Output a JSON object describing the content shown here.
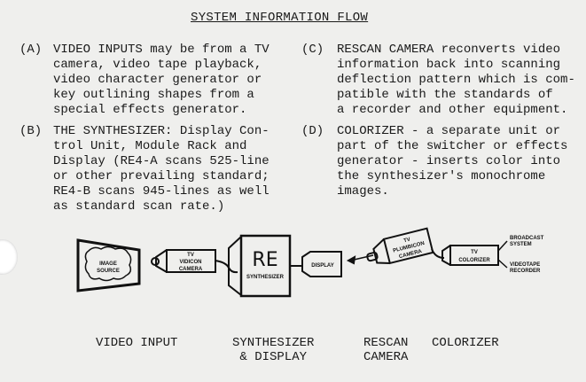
{
  "title": "SYSTEM INFORMATION FLOW",
  "sections": [
    {
      "tag": "(A)",
      "text": "VIDEO INPUTS may be from a TV\ncamera, video tape playback,\nvideo character generator or\nkey outlining shapes from a\nspecial effects generator."
    },
    {
      "tag": "(B)",
      "text": "THE SYNTHESIZER: Display Con-\ntrol Unit, Module Rack and\nDisplay (RE4-A scans 525-line\nor other prevailing standard;\nRE4-B scans 945-lines as well\nas standard scan rate.)"
    },
    {
      "tag": "(C)",
      "text": "RESCAN CAMERA reconverts video\ninformation back into scanning\ndeflection pattern which is com-\npatible with the standards of\na recorder and other equipment."
    },
    {
      "tag": "(D)",
      "text": "COLORIZER - a separate unit or\npart of the switcher or effects\ngenerator - inserts color into\nthe synthesizer's monochrome\nimages."
    }
  ],
  "diagram": {
    "image_source": [
      "IMAGE",
      "SOURCE"
    ],
    "vidicon": [
      "TV",
      "VIDICON",
      "CAMERA"
    ],
    "synth_logo": "RE",
    "synthesizer": "SYNTHESIZER",
    "display": "DISPLAY",
    "plumbicon": [
      "TV",
      "PLUMBICON",
      "CAMERA"
    ],
    "colorizer": [
      "TV",
      "COLORIZER"
    ],
    "broadcast": [
      "BROADCAST",
      "SYSTEM"
    ],
    "videotape": [
      "VIDEOTAPE",
      "RECORDER"
    ]
  },
  "captions": {
    "video_input": "VIDEO INPUT",
    "synth_display": "SYNTHESIZER\n& DISPLAY",
    "rescan": "RESCAN\nCAMERA",
    "colorizer": "COLORIZER"
  }
}
